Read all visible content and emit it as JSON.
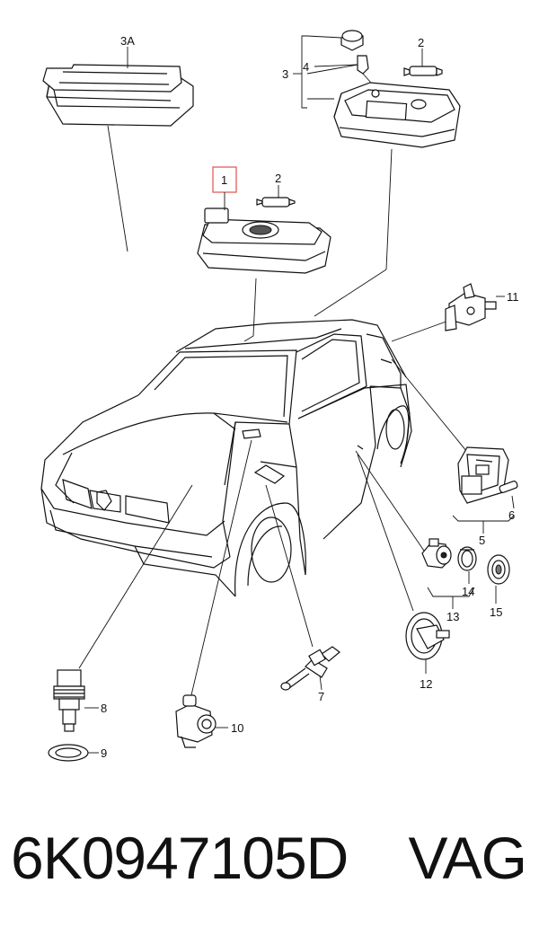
{
  "callouts": {
    "c1": "1",
    "c2a": "2",
    "c2b": "2",
    "c3": "3",
    "c3a": "3A",
    "c4": "4",
    "c5": "5",
    "c6": "6",
    "c7": "7",
    "c8": "8",
    "c9": "9",
    "c10": "10",
    "c11": "11",
    "c12": "12",
    "c13": "13",
    "c14": "14",
    "c15": "15"
  },
  "highlight_color": "#e05050",
  "footer": {
    "part_number": "6K0947105D",
    "brand": "VAG"
  }
}
